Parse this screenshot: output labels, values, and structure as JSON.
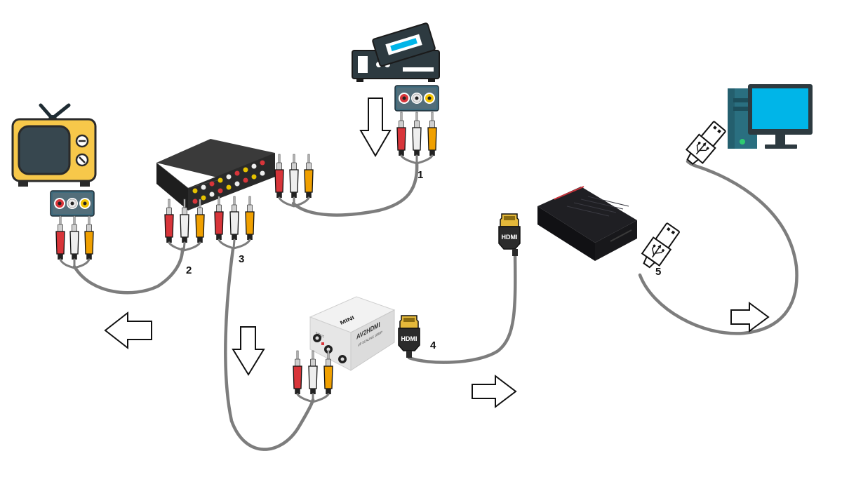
{
  "connections": [
    {
      "id": 1,
      "label": "1"
    },
    {
      "id": 2,
      "label": "2"
    },
    {
      "id": 3,
      "label": "3"
    },
    {
      "id": 4,
      "label": "4"
    },
    {
      "id": 5,
      "label": "5"
    }
  ],
  "devices": {
    "converter": {
      "label_top": "MINI",
      "label_model": "AV2HDMI",
      "label_sub": "UP SCALING 1080P",
      "label_input": "INPUT"
    }
  },
  "connectors": {
    "hdmi_label": "HDMI"
  },
  "colors": {
    "rca_red": "#d8353a",
    "rca_white": "#eeeeee",
    "rca_yellow": "#f0a000",
    "cable": "#7d7d7d",
    "tv_body": "#f7c84a",
    "tv_screen": "#37474f",
    "pc_screen": "#00b5e8",
    "pc_tower": "#2a6f80",
    "usb_icon": "#111111"
  },
  "icons": [
    "tv-icon",
    "vcr-icon",
    "av-splitter-icon",
    "av2hdmi-converter-icon",
    "capture-card-icon",
    "computer-icon",
    "usb-plug-icon",
    "hdmi-plug-icon",
    "rca-plug-icon",
    "rca-jack-panel-icon",
    "flow-arrow-icon"
  ]
}
